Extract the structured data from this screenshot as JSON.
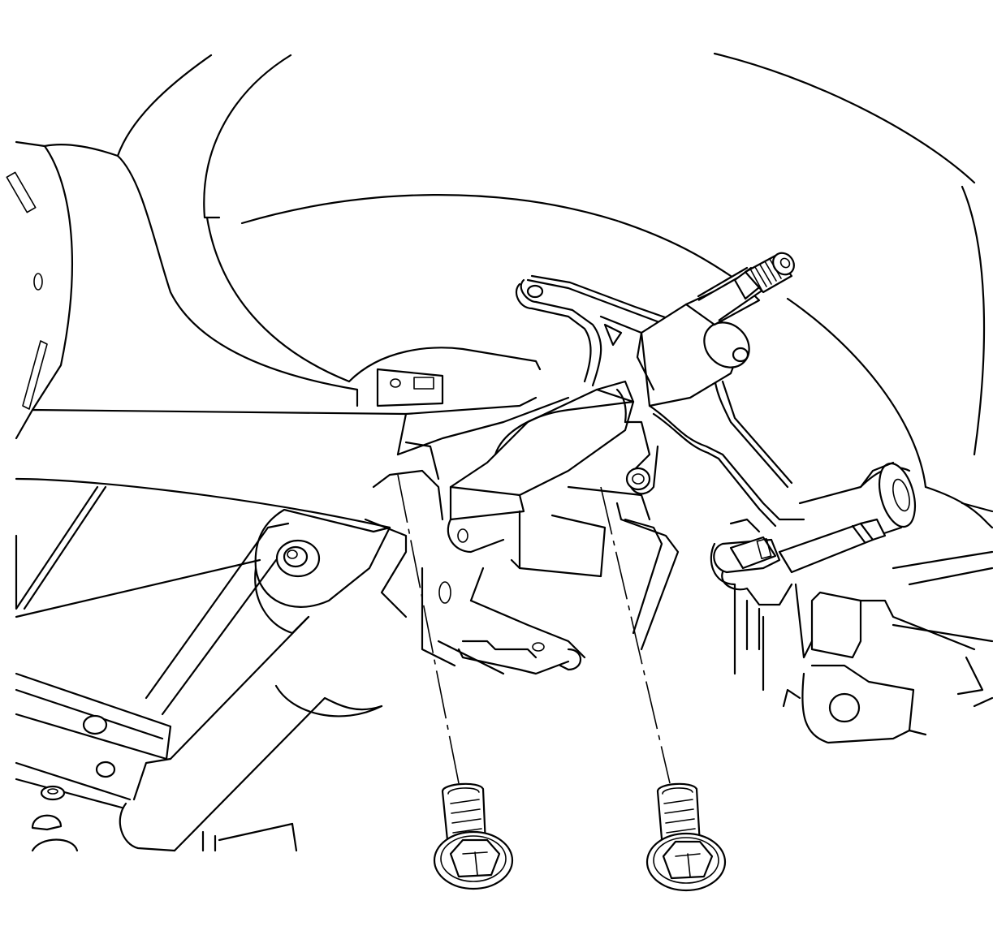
{
  "diagram": {
    "subject": "steering-column-installation",
    "colors": {
      "line": "#000000",
      "background": "#ffffff"
    },
    "parts": [
      {
        "id": "instrument-panel-carrier",
        "icon": "panel-outline"
      },
      {
        "id": "cross-car-beam",
        "icon": "beam-outline"
      },
      {
        "id": "steering-column",
        "icon": "column-outline"
      },
      {
        "id": "steering-shaft",
        "icon": "shaft-outline"
      },
      {
        "id": "column-support-bracket",
        "icon": "bracket-outline"
      },
      {
        "id": "column-bolt-left",
        "icon": "bolt-icon"
      },
      {
        "id": "column-bolt-right",
        "icon": "bolt-icon"
      }
    ]
  }
}
